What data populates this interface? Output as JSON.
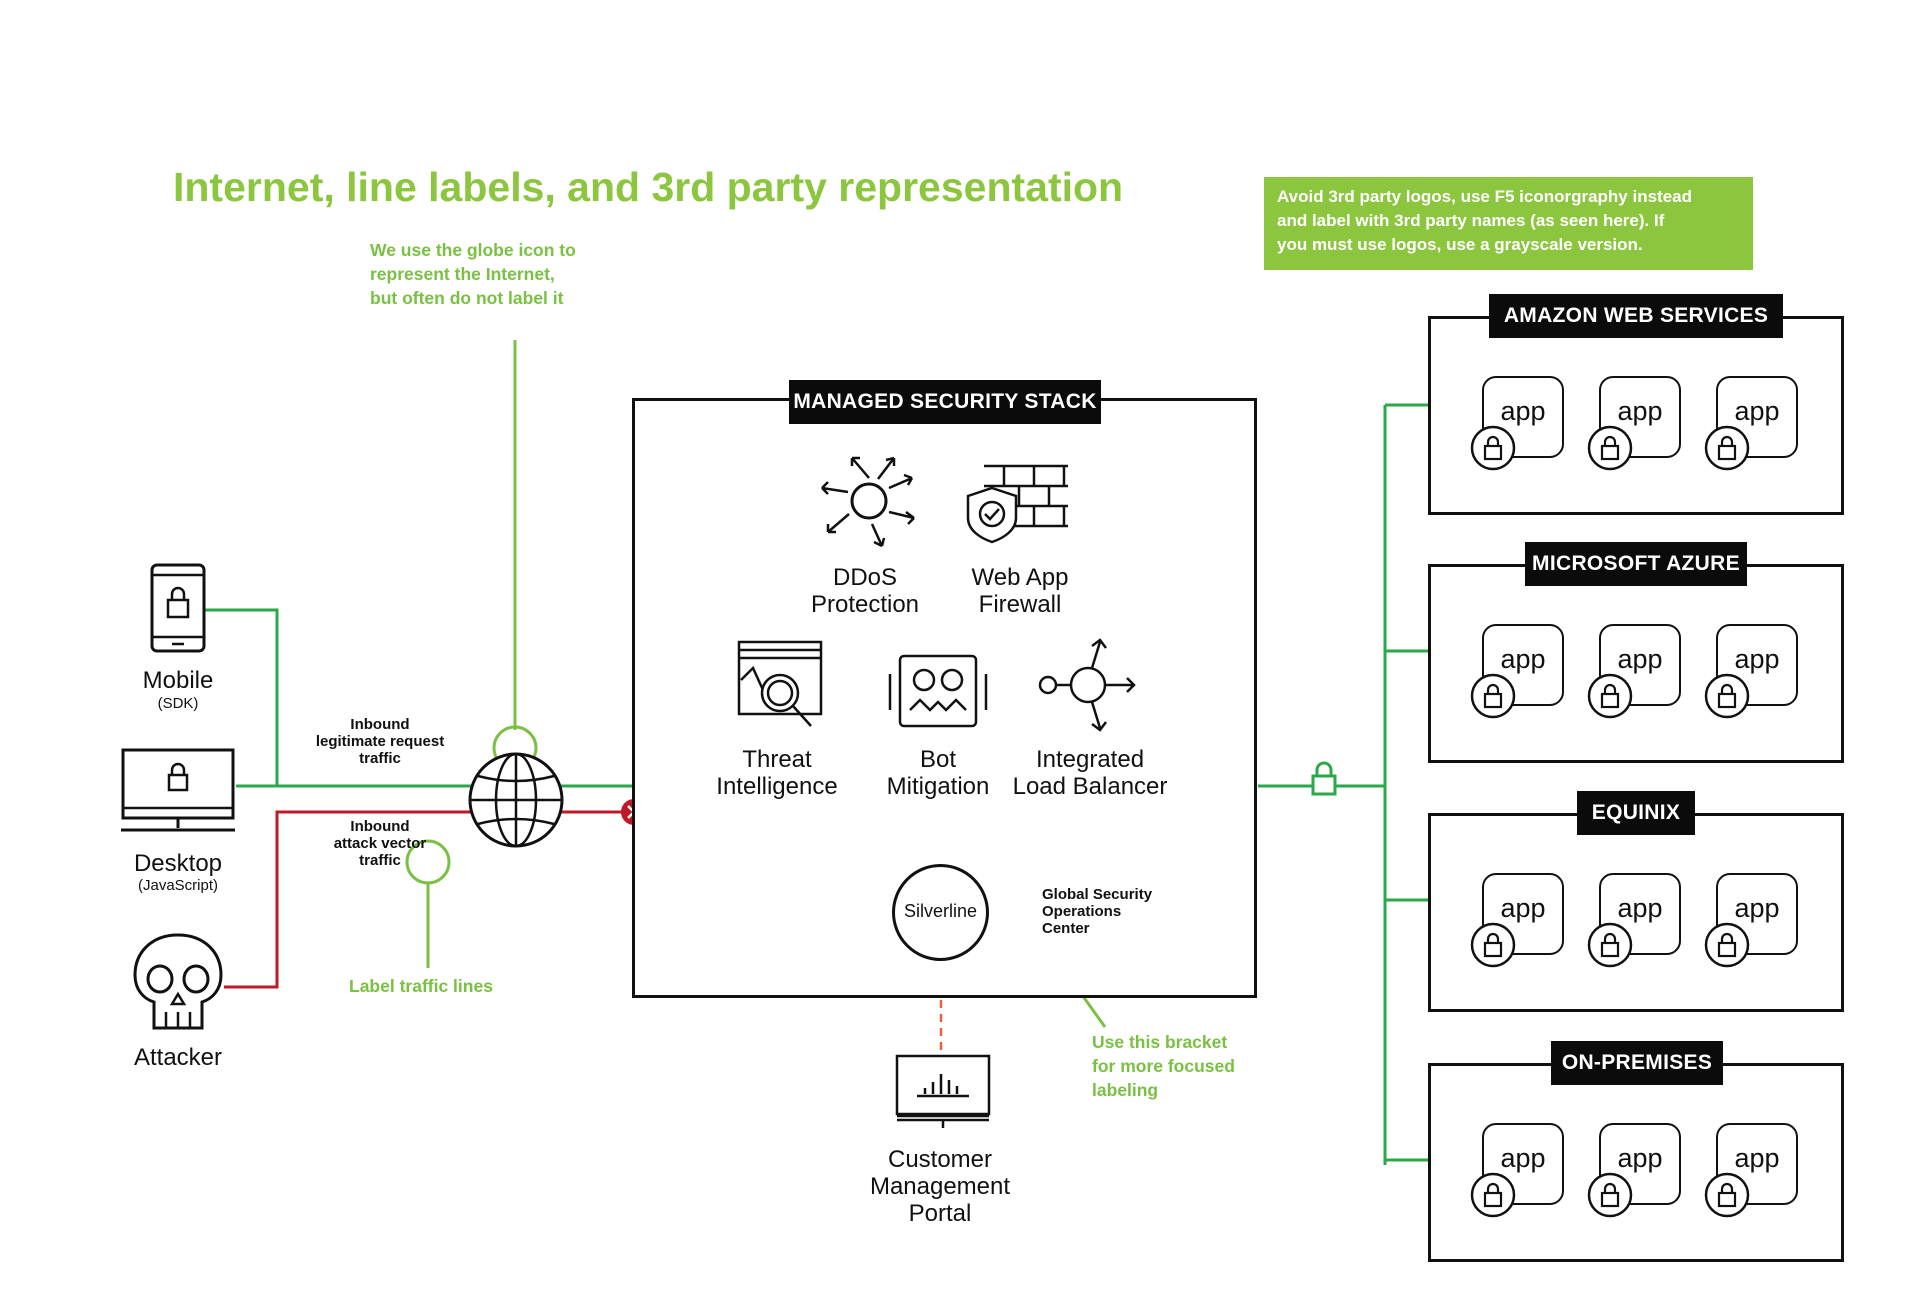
{
  "title": "Internet, line labels, and 3rd party representation",
  "notes": {
    "globe": [
      "We use the globe icon to",
      "represent the Internet,",
      "but often do not label it"
    ],
    "traffic_lines": "Label traffic lines",
    "bracket": [
      "Use this bracket",
      "for more focused",
      "labeling"
    ],
    "third_party": [
      "Avoid 3rd party logos, use F5 iconorgraphy instead",
      "and label with 3rd party names (as seen here). If",
      "you must use logos, use a grayscale version."
    ]
  },
  "clients": [
    {
      "label": "Mobile",
      "sub": "(SDK)",
      "icon": "mobile-lock-icon"
    },
    {
      "label": "Desktop",
      "sub": "(JavaScript)",
      "icon": "desktop-lock-icon"
    },
    {
      "label": "Attacker",
      "sub": "",
      "icon": "skull-icon"
    }
  ],
  "traffic": {
    "legit": [
      "Inbound",
      "legitimate request",
      "traffic"
    ],
    "attack": [
      "Inbound",
      "attack vector",
      "traffic"
    ]
  },
  "stack": {
    "title": "MANAGED SECURITY STACK",
    "services": [
      {
        "label": [
          "DDoS",
          "Protection"
        ],
        "icon": "ddos-icon"
      },
      {
        "label": [
          "Web App",
          "Firewall"
        ],
        "icon": "waf-icon"
      },
      {
        "label": [
          "Threat",
          "Intelligence"
        ],
        "icon": "threat-intel-icon"
      },
      {
        "label": [
          "Bot",
          "Mitigation"
        ],
        "icon": "bot-icon"
      },
      {
        "label": [
          "Integrated",
          "Load Balancer"
        ],
        "icon": "load-balancer-icon"
      }
    ],
    "silverline": "Silverline",
    "gsoc": [
      "Global Security",
      "Operations",
      "Center"
    ]
  },
  "portal": {
    "label": [
      "Customer",
      "Management",
      "Portal"
    ],
    "icon": "monitor-chart-icon"
  },
  "clouds": [
    {
      "name": "AMAZON WEB SERVICES",
      "apps": [
        "app",
        "app",
        "app"
      ]
    },
    {
      "name": "MICROSOFT AZURE",
      "apps": [
        "app",
        "app",
        "app"
      ]
    },
    {
      "name": "EQUINIX",
      "apps": [
        "app",
        "app",
        "app"
      ]
    },
    {
      "name": "ON-PREMISES",
      "apps": [
        "app",
        "app",
        "app"
      ]
    }
  ],
  "colors": {
    "green": "#8cc63f",
    "line_green": "#2aa84a",
    "red": "#c0182b",
    "blue": "#2a9fd6",
    "black": "#111111"
  }
}
